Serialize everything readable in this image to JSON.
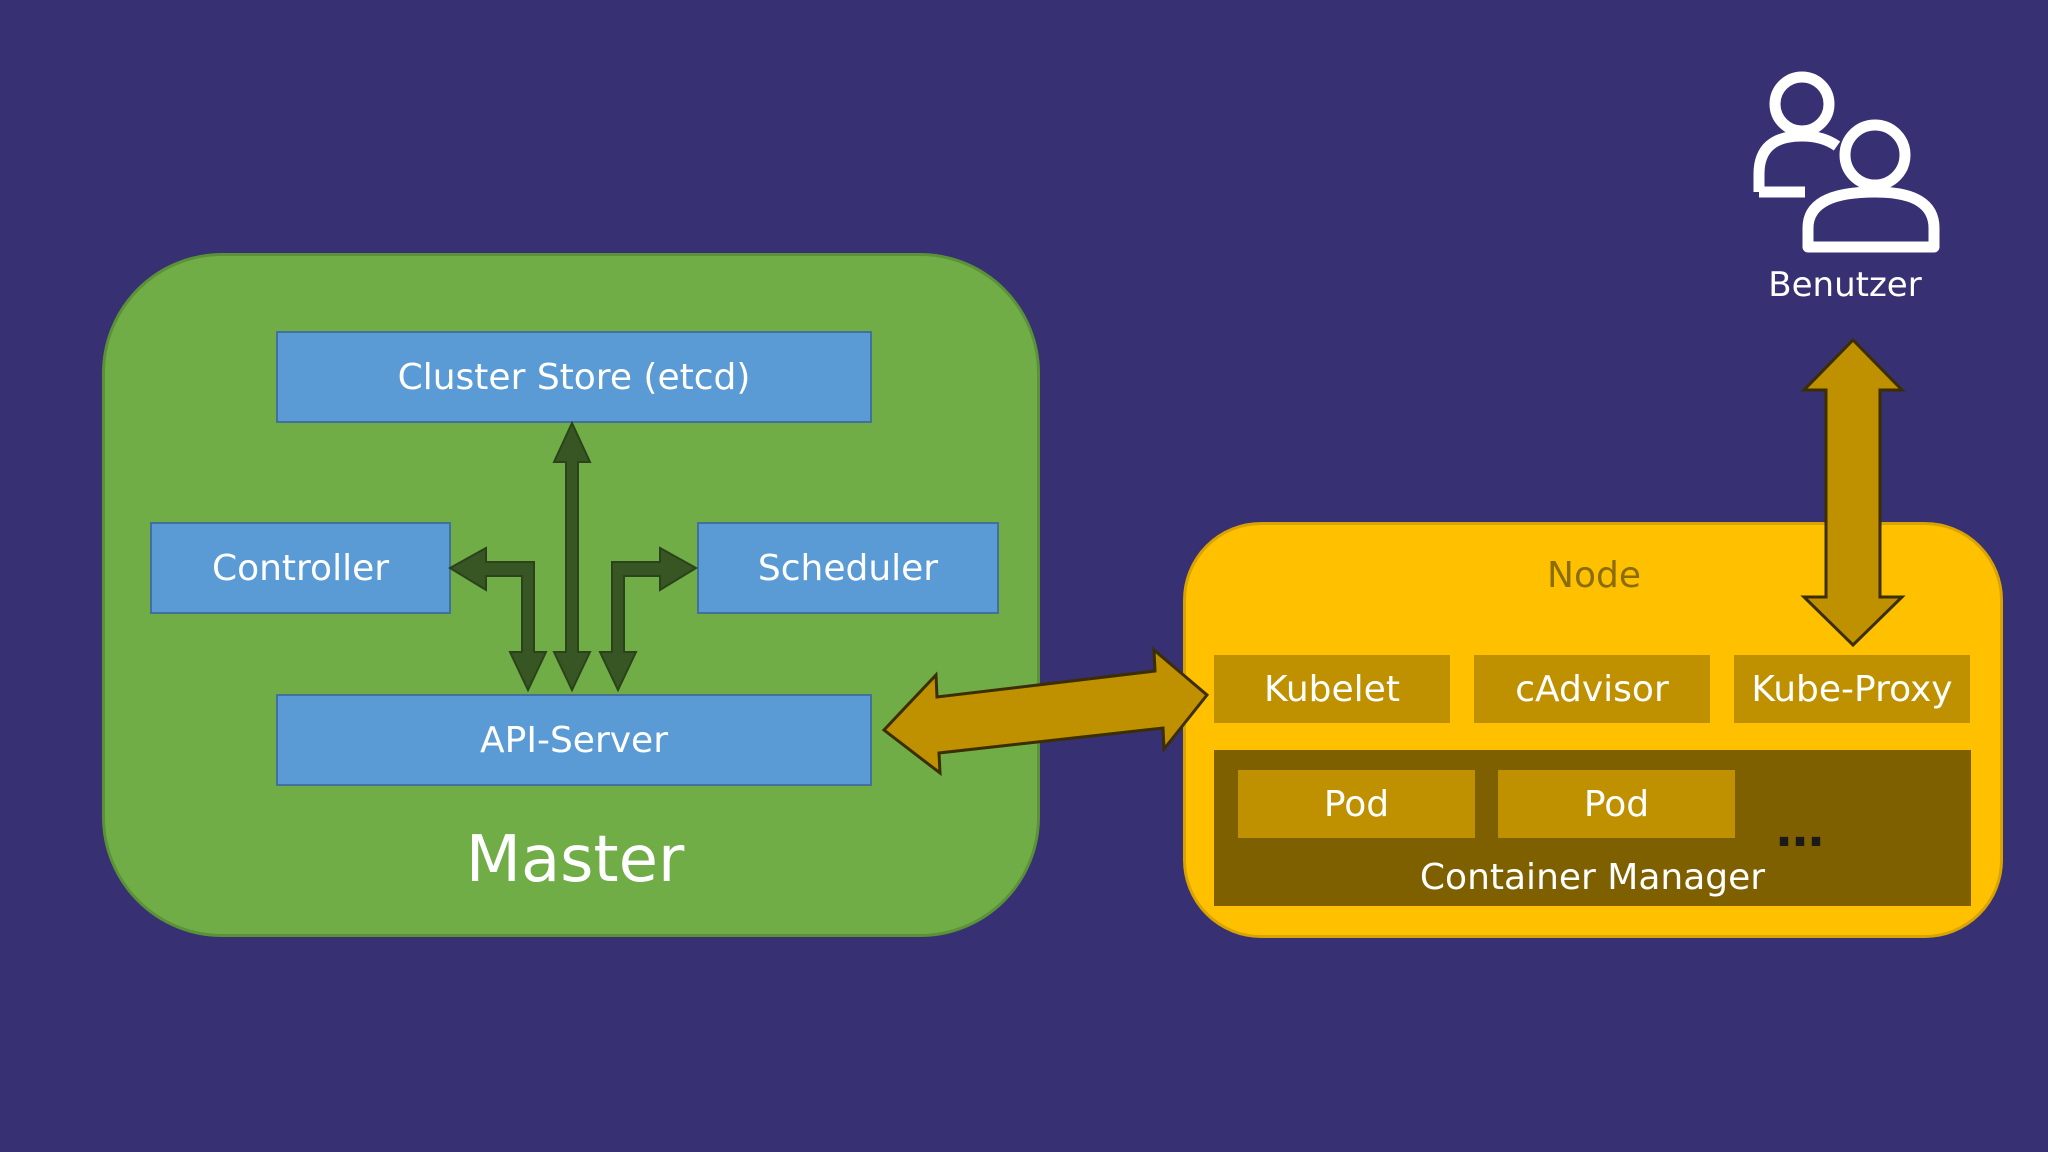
{
  "master": {
    "title": "Master",
    "cluster_store": "Cluster Store (etcd)",
    "controller": "Controller",
    "scheduler": "Scheduler",
    "api_server": "API-Server"
  },
  "node": {
    "title": "Node",
    "kubelet": "Kubelet",
    "cadvisor": "cAdvisor",
    "kube_proxy": "Kube-Proxy",
    "pods": [
      "Pod",
      "Pod"
    ],
    "ellipsis": "…",
    "container_manager": "Container Manager"
  },
  "user": {
    "label": "Benutzer",
    "icon": "users-icon"
  },
  "colors": {
    "background": "#373073",
    "master_panel": "#70ad47",
    "node_panel": "#ffc000",
    "component_box": "#5b9bd5",
    "node_component": "#bf9000",
    "container_manager": "#7f6000",
    "master_arrows": "#375623",
    "link_arrows": "#bf9000"
  }
}
